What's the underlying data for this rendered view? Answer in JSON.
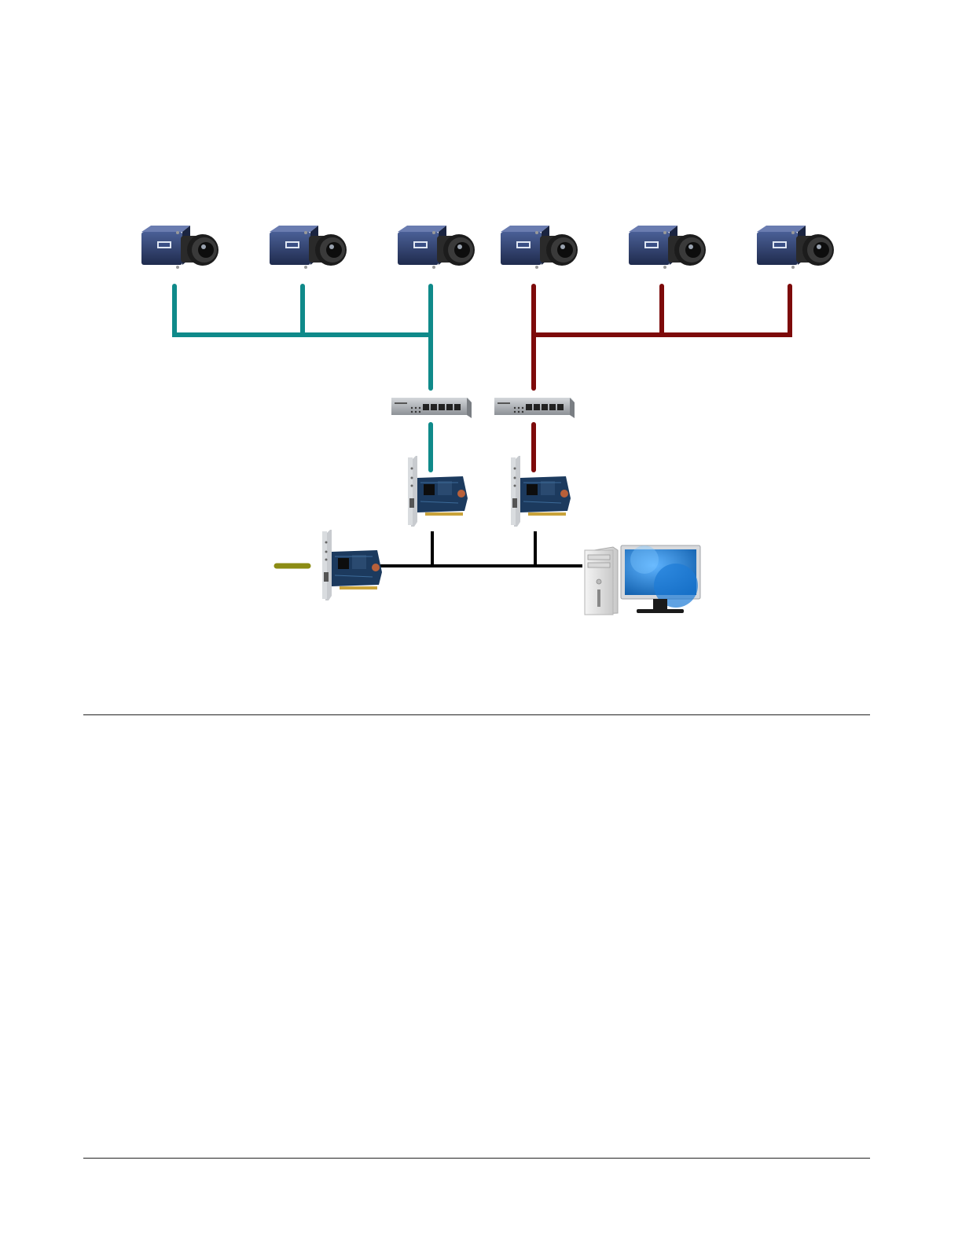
{
  "colors": {
    "network_a": "#0f8a8a",
    "network_b": "#7d0a0a",
    "host_bus": "#000000",
    "uplink": "#8c8c14",
    "camera_body": "#2b3c6b",
    "camera_lens": "#1a1a1a",
    "switch_body": "#a9adb2",
    "nic_board": "#1c3a5e",
    "monitor_screen": "#1a6fc4"
  },
  "diagram": {
    "devices": [
      {
        "icon": "camera-icon",
        "group": "network-a"
      },
      {
        "icon": "camera-icon",
        "group": "network-a"
      },
      {
        "icon": "camera-icon",
        "group": "network-a"
      },
      {
        "icon": "camera-icon",
        "group": "network-b"
      },
      {
        "icon": "camera-icon",
        "group": "network-b"
      },
      {
        "icon": "camera-icon",
        "group": "network-b"
      },
      {
        "icon": "network-switch-icon",
        "group": "network-a"
      },
      {
        "icon": "network-switch-icon",
        "group": "network-b"
      },
      {
        "icon": "network-card-icon",
        "group": "network-a"
      },
      {
        "icon": "network-card-icon",
        "group": "network-b"
      },
      {
        "icon": "network-card-icon",
        "group": "uplink"
      },
      {
        "icon": "desktop-tower-icon",
        "group": "host"
      },
      {
        "icon": "monitor-icon",
        "group": "host"
      }
    ],
    "links": [
      {
        "from": "camera-1",
        "to": "switch-a",
        "color": "network_a"
      },
      {
        "from": "camera-2",
        "to": "switch-a",
        "color": "network_a"
      },
      {
        "from": "camera-3",
        "to": "switch-a",
        "color": "network_a"
      },
      {
        "from": "camera-4",
        "to": "switch-b",
        "color": "network_b"
      },
      {
        "from": "camera-5",
        "to": "switch-b",
        "color": "network_b"
      },
      {
        "from": "camera-6",
        "to": "switch-b",
        "color": "network_b"
      },
      {
        "from": "switch-a",
        "to": "nic-a",
        "color": "network_a"
      },
      {
        "from": "switch-b",
        "to": "nic-b",
        "color": "network_b"
      },
      {
        "from": "nic-a",
        "to": "host-pc",
        "color": "host_bus"
      },
      {
        "from": "nic-b",
        "to": "host-pc",
        "color": "host_bus"
      },
      {
        "from": "nic-uplink",
        "to": "host-pc",
        "color": "host_bus"
      },
      {
        "from": "external",
        "to": "nic-uplink",
        "color": "uplink"
      }
    ]
  }
}
